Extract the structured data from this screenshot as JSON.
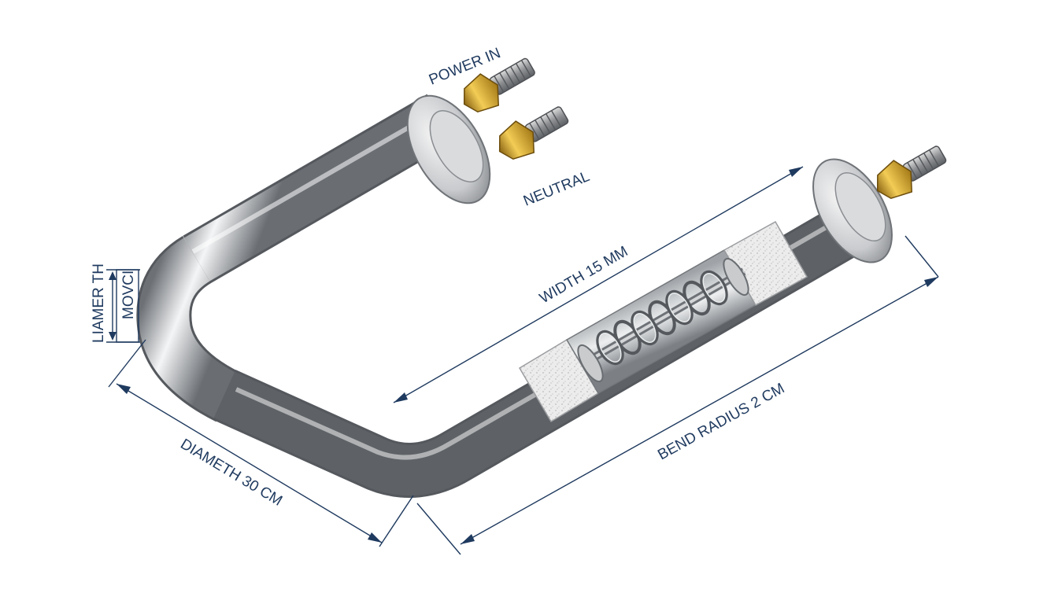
{
  "labels": {
    "power_in": "POWER IN",
    "neutral": "NEUTRAL",
    "width": "WIDTH  15 MM",
    "bend_radius": "BEND RADIUS 2 CM",
    "diameter": "DIAMETH 30 CM",
    "liamer": "LIAMER TH",
    "movci": "MOVCI"
  },
  "colors": {
    "dimension_line": "#1f3a5f",
    "tube": "#b4b7bb",
    "brass": "#d9a92e",
    "insulation": "#e9e9e9"
  }
}
